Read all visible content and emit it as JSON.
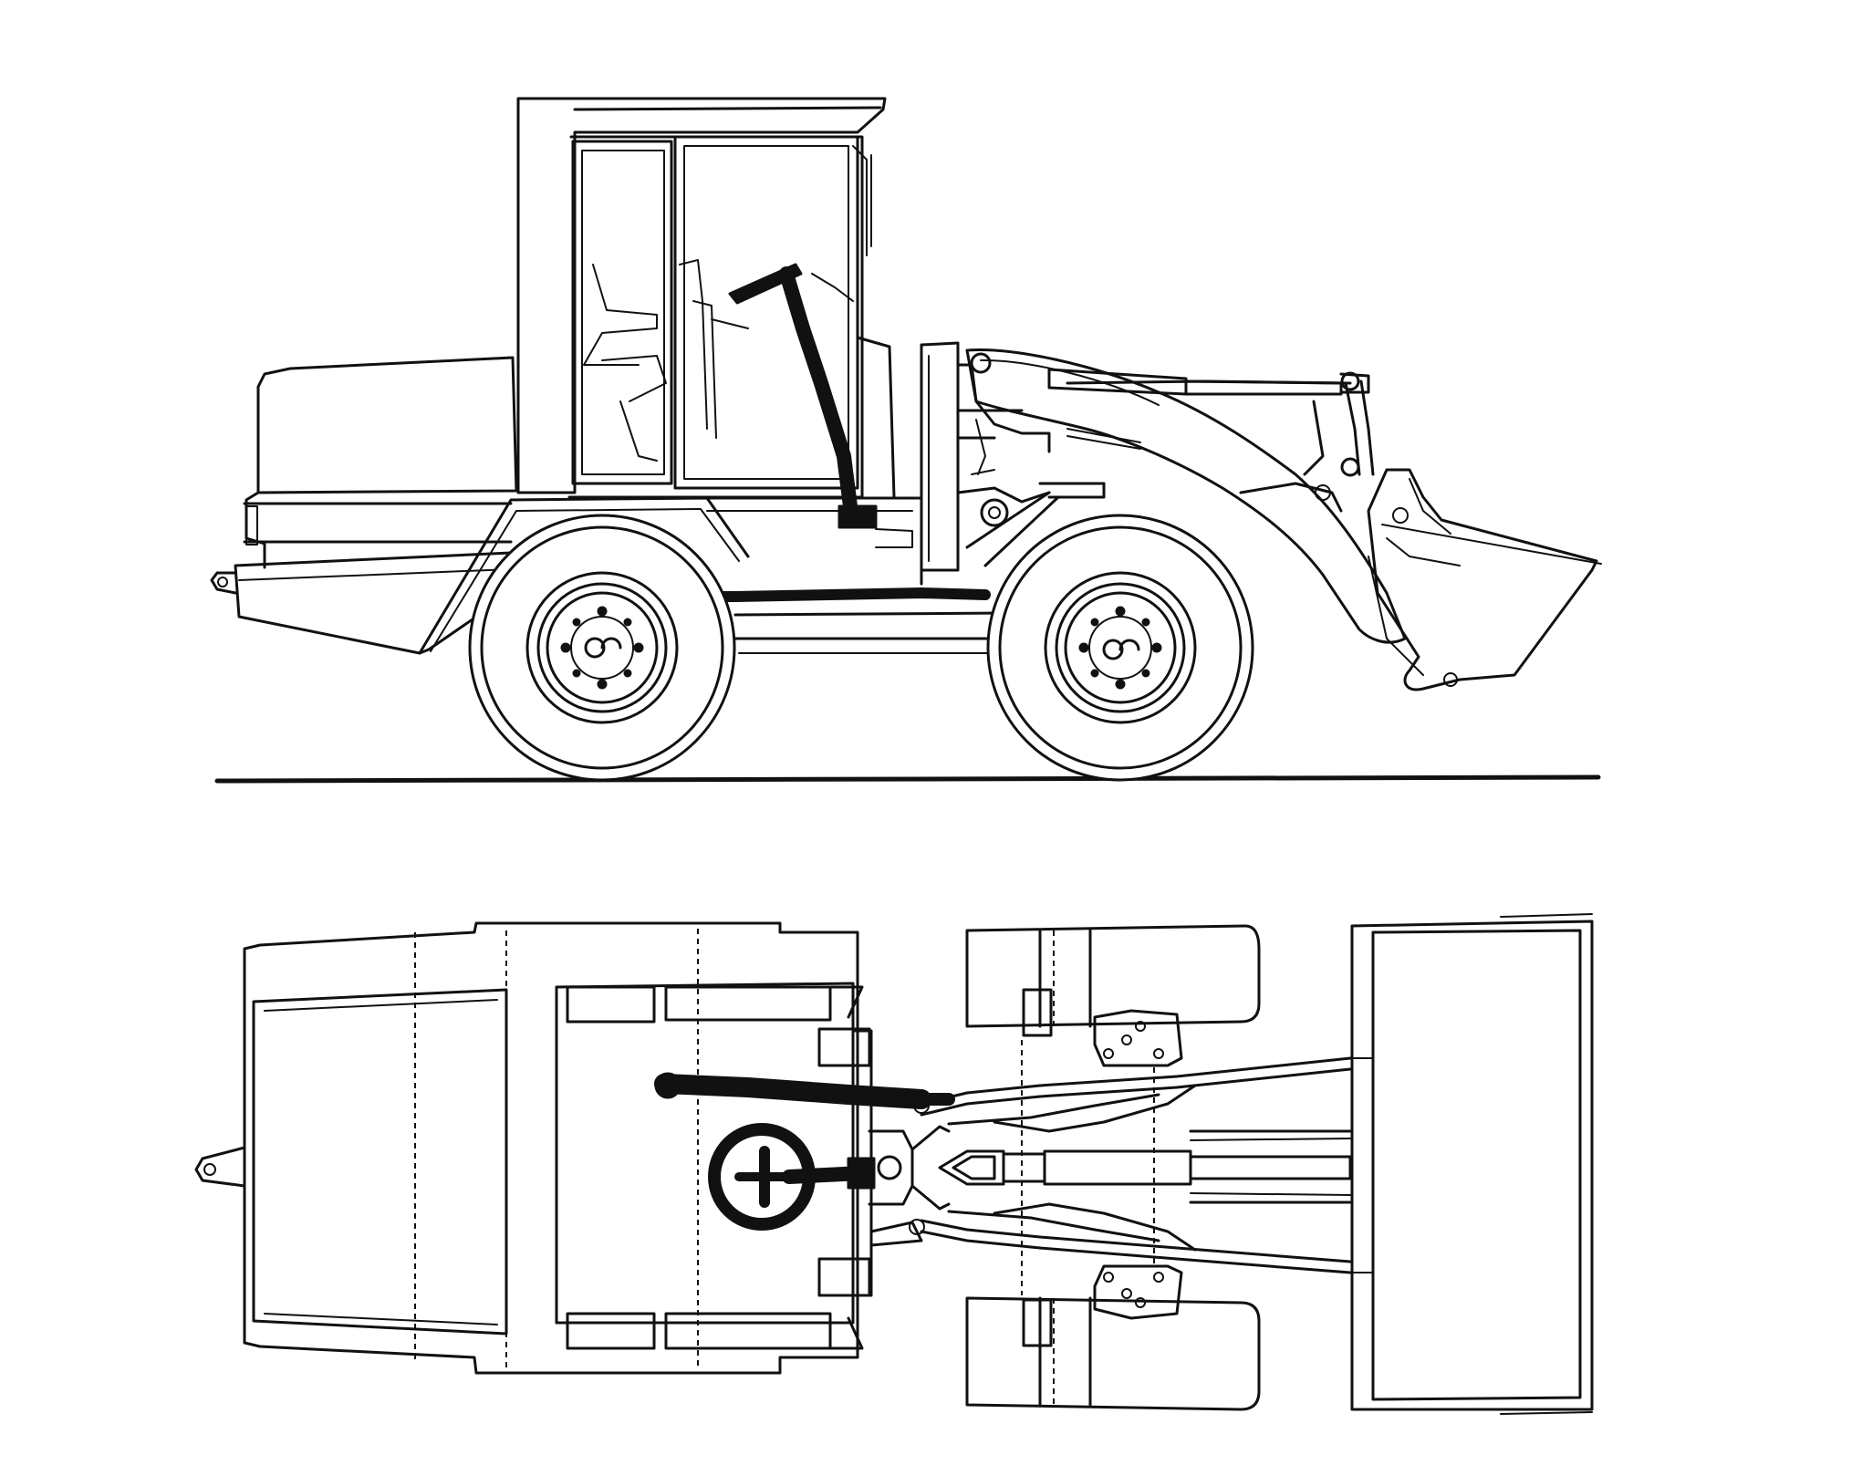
{
  "figure": {
    "views": [
      "side-elevation",
      "top-plan"
    ],
    "subject_icon": "wheel-loader-icon",
    "line_color": "#111111",
    "background_color": "#ffffff",
    "highlight_style": "solid-black"
  }
}
